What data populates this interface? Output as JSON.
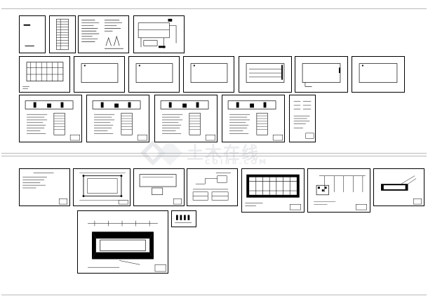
{
  "app": {
    "title": "",
    "colors": {
      "ink": "#000000",
      "paper": "#ffffff",
      "divider": "#b9b9b9",
      "watermark": "#9aa4ae"
    }
  },
  "watermark": {
    "name": "土木在线",
    "domain": "COI88.COM"
  },
  "sheets_top": [
    {
      "id": "cover",
      "kind": "cover"
    },
    {
      "id": "index",
      "kind": "table"
    },
    {
      "id": "notes",
      "kind": "notes"
    },
    {
      "id": "system",
      "kind": "system"
    },
    {
      "id": "plan-1",
      "kind": "plan-grid"
    },
    {
      "id": "plan-2",
      "kind": "plan-empty"
    },
    {
      "id": "plan-3",
      "kind": "plan-empty"
    },
    {
      "id": "plan-4",
      "kind": "plan-empty"
    },
    {
      "id": "plan-5",
      "kind": "plan-lines"
    },
    {
      "id": "plan-6",
      "kind": "plan-empty"
    },
    {
      "id": "plan-7",
      "kind": "plan-empty"
    },
    {
      "id": "detail-1",
      "kind": "detail"
    },
    {
      "id": "detail-2",
      "kind": "detail"
    },
    {
      "id": "detail-3",
      "kind": "detail"
    },
    {
      "id": "detail-4",
      "kind": "detail"
    },
    {
      "id": "legend",
      "kind": "legend"
    }
  ],
  "sheets_bottom": [
    {
      "id": "b-notes",
      "kind": "notes-small"
    },
    {
      "id": "b-plan-1",
      "kind": "plan-frame"
    },
    {
      "id": "b-plan-2",
      "kind": "plan-frame-small"
    },
    {
      "id": "b-schematic",
      "kind": "schematic"
    },
    {
      "id": "b-plan-dark",
      "kind": "plan-dark"
    },
    {
      "id": "b-layout",
      "kind": "layout"
    },
    {
      "id": "b-detail",
      "kind": "detail-small"
    },
    {
      "id": "b-roof",
      "kind": "roof"
    },
    {
      "id": "b-symbols",
      "kind": "symbols"
    }
  ]
}
